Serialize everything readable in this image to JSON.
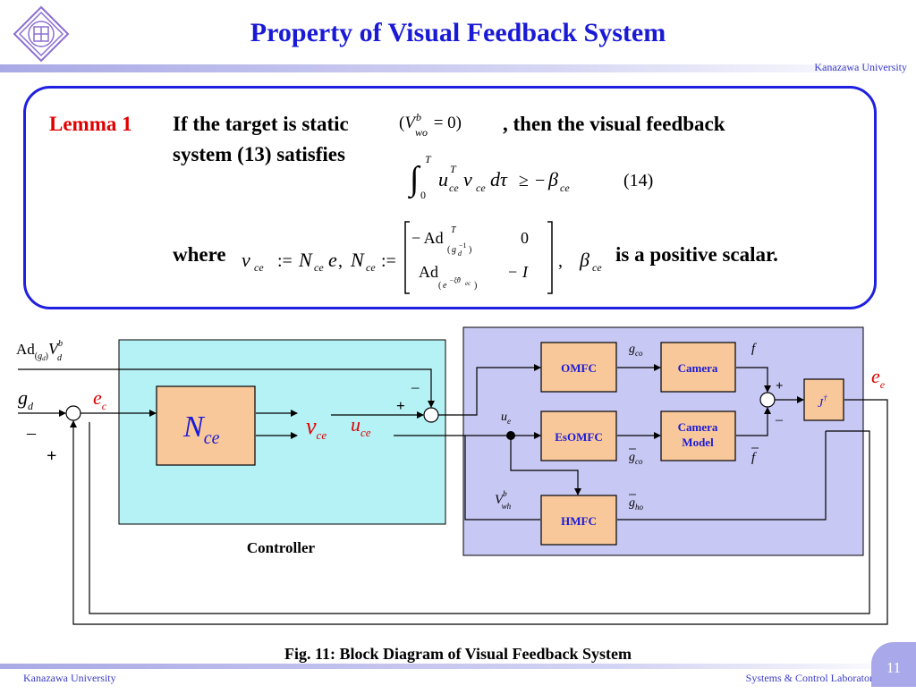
{
  "header": {
    "title": "Property of Visual Feedback System",
    "university": "Kanazawa University"
  },
  "lemma": {
    "label": "Lemma 1",
    "line1_a": "If the target is static",
    "line1_b": ", then the visual feedback",
    "line2": "system (13) satisfies",
    "eq_number": "(14)",
    "where": "where",
    "tail": "is a positive scalar."
  },
  "diagram": {
    "controller_label": "Controller",
    "blocks": {
      "omfc": "OMFC",
      "camera": "Camera",
      "esomfc": "EsOMFC",
      "camera_model_1": "Camera",
      "camera_model_2": "Model",
      "hmfc": "HMFC"
    },
    "signs": {
      "minus_1": "–",
      "plus_1": "+",
      "minus_2": "–",
      "plus_2": "+",
      "plus_3": "+",
      "minus_3": "–"
    }
  },
  "caption": "Fig. 11: Block Diagram of Visual Feedback System",
  "footer": {
    "left": "Kanazawa University",
    "right": "Systems & Control Laboratory",
    "page": "11"
  },
  "colors": {
    "title": "#1a1ad6",
    "lemma_border": "#2020e0",
    "lemma_label": "#e00000",
    "controller_bg": "#b5f2f5",
    "plant_bg": "#c8c8f5",
    "block_fill": "#f9c89a"
  }
}
